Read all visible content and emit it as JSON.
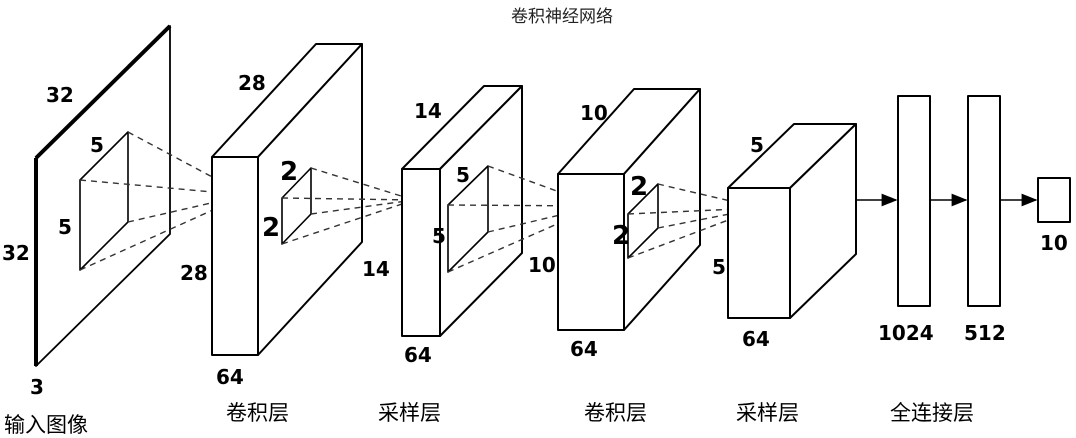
{
  "title": "卷积神经网络",
  "input": {
    "width": "32",
    "height": "32",
    "channels": "3",
    "kernel_w": "5",
    "kernel_h": "5",
    "caption": "输入图像"
  },
  "conv1": {
    "size_top": "28",
    "size_side": "28",
    "depth": "64",
    "kernel_w": "2",
    "kernel_h": "2",
    "caption": "卷积层"
  },
  "pool1": {
    "size_top": "14",
    "size_side": "14",
    "depth": "64",
    "kernel_w": "5",
    "kernel_h": "5",
    "caption": "采样层"
  },
  "conv2": {
    "size_top": "10",
    "size_side": "10",
    "depth": "64",
    "kernel_w": "2",
    "kernel_h": "2",
    "caption": "卷积层"
  },
  "pool2": {
    "size_top": "5",
    "size_side": "5",
    "depth": "64",
    "caption": "采样层"
  },
  "fc1": {
    "units": "1024"
  },
  "fc2": {
    "units": "512"
  },
  "fc_caption": "全连接层",
  "output": {
    "units": "10"
  }
}
